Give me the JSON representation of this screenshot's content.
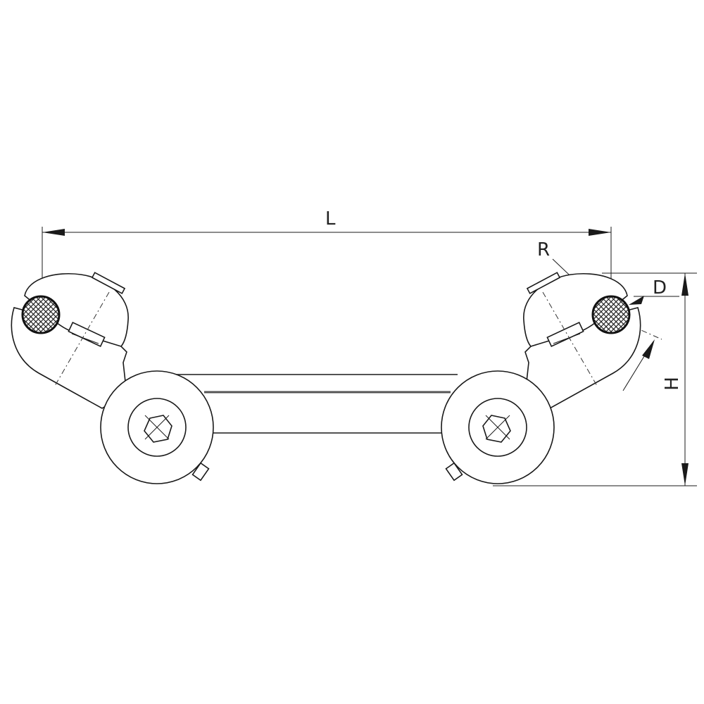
{
  "dimensions": {
    "length_label": "L",
    "radius_label": "R",
    "diameter_label": "D",
    "height_label": "H"
  },
  "colors": {
    "line": "#1a1a1a",
    "background": "#ffffff"
  }
}
